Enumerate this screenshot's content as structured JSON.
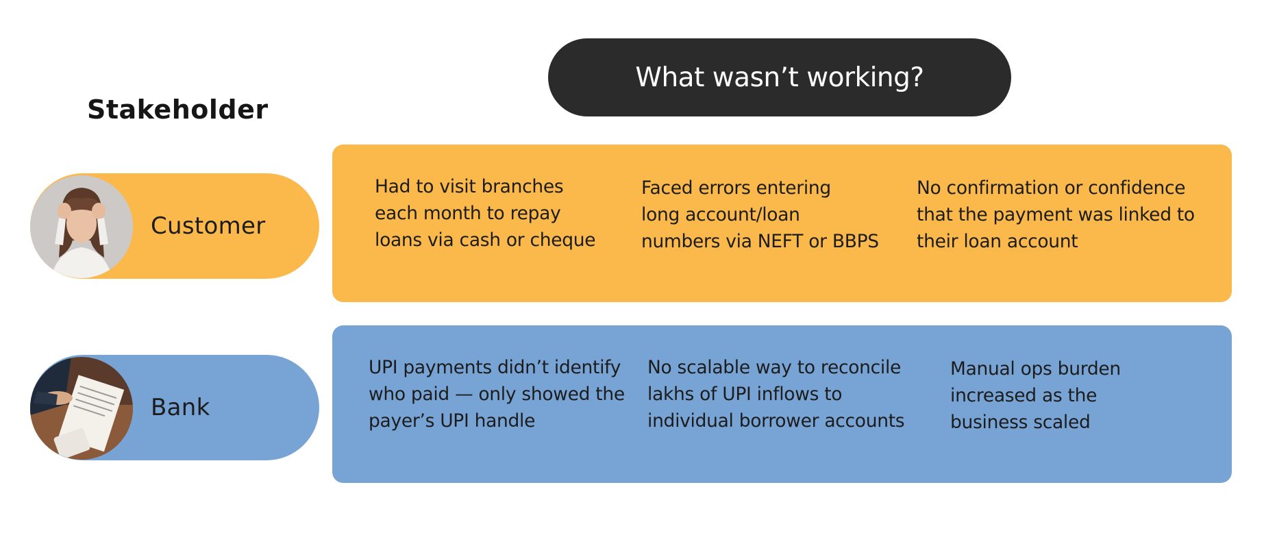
{
  "header": {
    "title": "What wasn’t working?"
  },
  "stakeholder_column": {
    "label": "Stakeholder"
  },
  "rows": [
    {
      "stakeholder": "Customer",
      "avatar_icon": "stressed-woman-photo",
      "color": "#fbb84b",
      "issues": [
        {
          "lines": [
            "Had to visit branches",
            "each month to repay",
            "loans via cash or cheque"
          ]
        },
        {
          "lines": [
            "Faced errors entering",
            "long account/loan",
            "numbers via NEFT or BBPS"
          ]
        },
        {
          "lines": [
            "No confirmation or confidence",
            "that the payment was linked to",
            "their loan account"
          ]
        }
      ]
    },
    {
      "stakeholder": "Bank",
      "avatar_icon": "banker-paperwork-photo",
      "color": "#78a4d5",
      "issues": [
        {
          "lines": [
            "UPI payments didn’t identify",
            "who paid — only showed the",
            "payer’s UPI handle"
          ]
        },
        {
          "lines": [
            "No scalable way to reconcile",
            "lakhs of UPI inflows to",
            "individual borrower accounts"
          ]
        },
        {
          "lines": [
            "Manual ops burden",
            "increased as the",
            "business scaled"
          ]
        }
      ]
    }
  ],
  "colors": {
    "header_bg": "#2b2b2b",
    "customer": "#fbb84b",
    "bank": "#78a4d5"
  }
}
